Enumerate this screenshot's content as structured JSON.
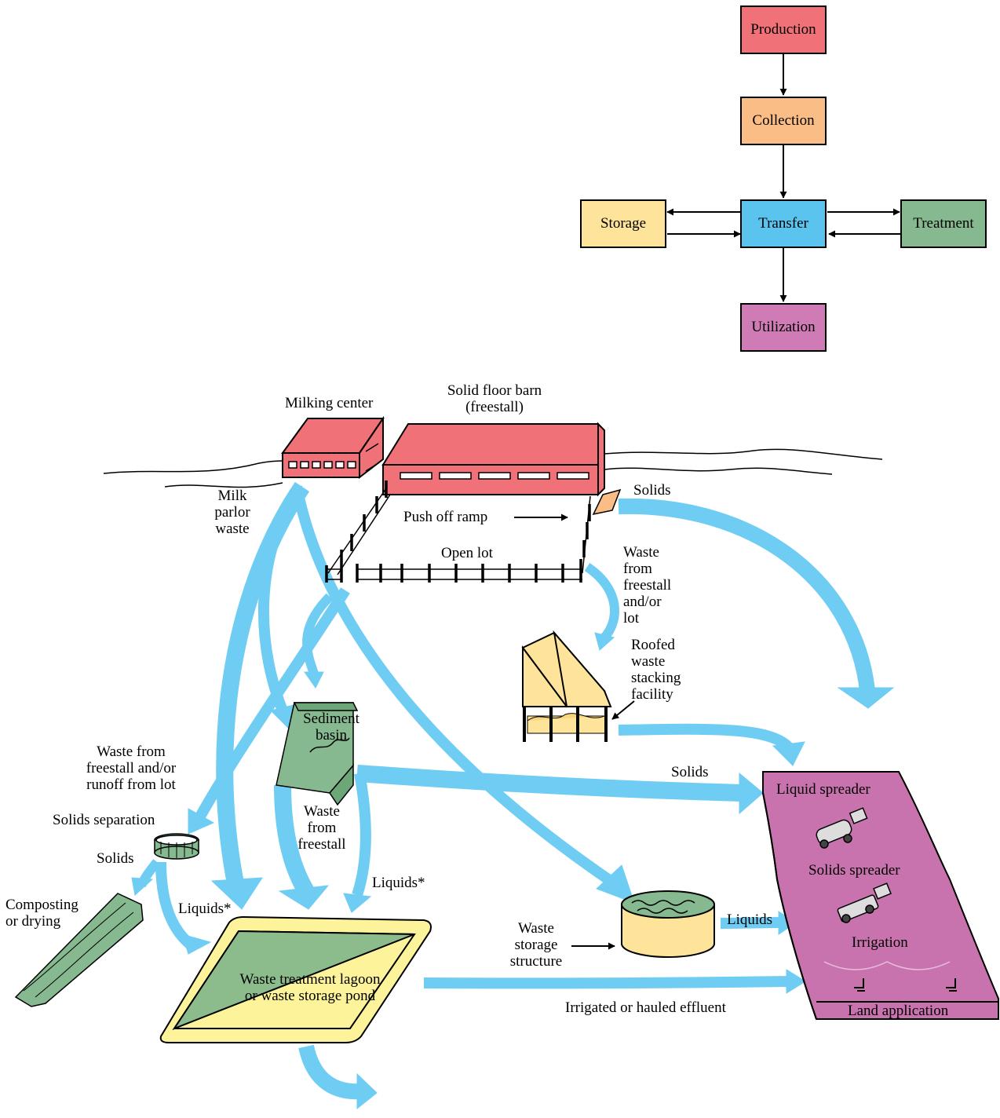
{
  "flowchart": {
    "production": "Production",
    "collection": "Collection",
    "transfer": "Transfer",
    "storage": "Storage",
    "treatment": "Treatment",
    "utilization": "Utilization"
  },
  "labels": {
    "milking_center": "Milking center",
    "barn_line1": "Solid floor barn",
    "barn_line2": "(freestall)",
    "milk_parlor": [
      "Milk",
      "parlor",
      "waste"
    ],
    "push_off_ramp": "Push off ramp",
    "open_lot": "Open lot",
    "solids_top": "Solids",
    "waste_freestall_lot": [
      "Waste",
      "from",
      "freestall",
      "and/or",
      "lot"
    ],
    "roofed_stacking": [
      "Roofed",
      "waste",
      "stacking",
      "facility"
    ],
    "sediment_basin": [
      "Sediment",
      "basin"
    ],
    "waste_runoff": [
      "Waste from",
      "freestall and/or",
      "runoff from lot"
    ],
    "solids_separation": "Solids separation",
    "solids_left": "Solids",
    "waste_from_freestall": [
      "Waste",
      "from",
      "freestall"
    ],
    "solids_mid": "Solids",
    "liquids_star_right": "Liquids*",
    "liquids_star_left": "Liquids*",
    "composting": [
      "Composting",
      "or drying"
    ],
    "lagoon": [
      "Waste treatment lagoon",
      "or waste storage pond"
    ],
    "waste_storage_structure": [
      "Waste",
      "storage",
      "structure"
    ],
    "liquids": "Liquids",
    "irrigated": "Irrigated or hauled effluent",
    "liquid_spreader": "Liquid spreader",
    "solids_spreader": "Solids spreader",
    "irrigation": "Irrigation",
    "land_application": "Land application"
  },
  "colors": {
    "production": "#f07178",
    "collection": "#fbbd86",
    "transfer": "#5bc4ee",
    "storage": "#fde49a",
    "treatment": "#86b98f",
    "utilization": "#cf7bb5",
    "flow_arrow": "#6fcdf3",
    "barn": "#f07178",
    "land": "#c873ad",
    "lagoon_rim": "#fdf39a",
    "lagoon_green": "#8cbb8c"
  }
}
